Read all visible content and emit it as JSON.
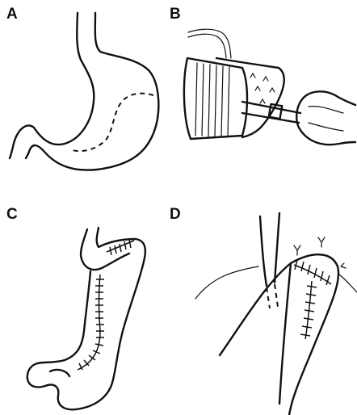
{
  "panels": [
    {
      "label": "A",
      "description_icon": "stomach-with-dashed-resection-line-icon"
    },
    {
      "label": "B",
      "description_icon": "laparoscopic-stapler-on-stomach-icon"
    },
    {
      "label": "C",
      "description_icon": "sleeve-stomach-with-staple-line-icon"
    },
    {
      "label": "D",
      "description_icon": "oversewn-staple-line-closeup-icon"
    }
  ],
  "colors": {
    "line": "#111111",
    "background": "#ffffff"
  }
}
